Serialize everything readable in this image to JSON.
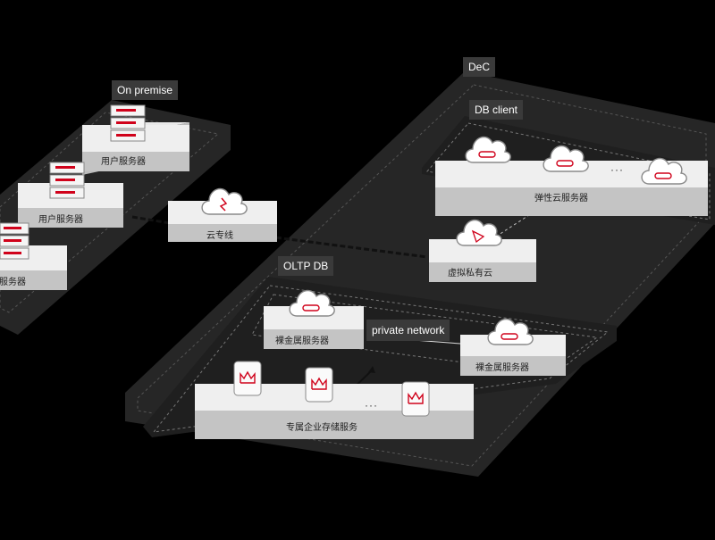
{
  "zones": {
    "on_premise": "On premise",
    "dec": "DeC",
    "db_client": "DB client",
    "oltp_db": "OLTP DB"
  },
  "platforms": {
    "user_server_1": "用户服务器",
    "user_server_2": "用户服务器",
    "user_server_3": "服务器",
    "direct_connect": "云专线",
    "ecs": "弹性云服务器",
    "vpc": "虚拟私有云",
    "bms_left": "裸金属服务器",
    "bms_right": "裸金属服务器",
    "storage": "专属企业存储服务"
  },
  "links": {
    "private_network": "private network"
  },
  "ellipsis": {
    "ecs": "···",
    "storage": "···"
  },
  "colors": {
    "background": "#000000",
    "zone_fill": "#262626",
    "platform_top": "#efefef",
    "platform_side": "#bdbdbd",
    "label_bg": "#3a3a3a",
    "accent_red": "#d0021b"
  },
  "icons": [
    "server-rack-icon",
    "cloud-connect-icon",
    "cloud-bms-icon",
    "cloud-vpc-icon",
    "storage-crown-icon"
  ]
}
